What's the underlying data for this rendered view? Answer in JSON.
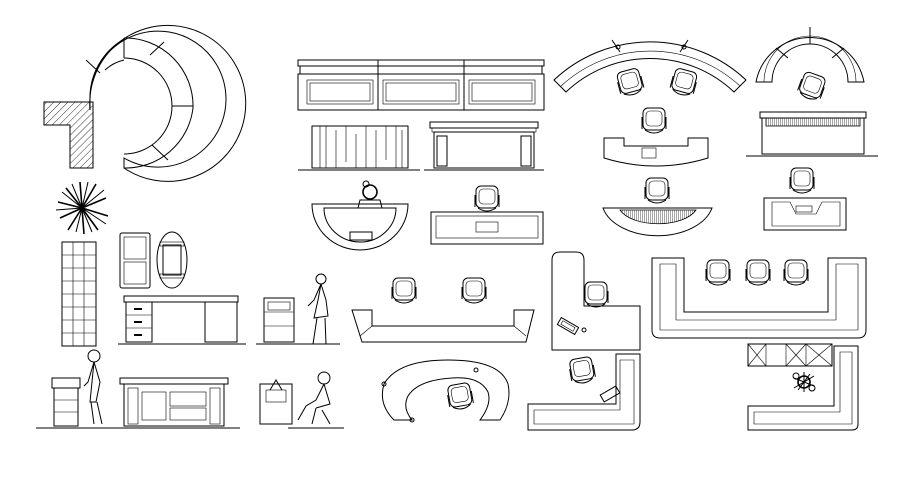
{
  "drawing": {
    "style": "cad-line-drawing",
    "colors": {
      "background": "#ffffff",
      "line": "#000000"
    },
    "blocks": [
      "curved-reception-counter-plan",
      "column-hatch",
      "potted-plant-plan",
      "shelving-elevation",
      "sofa-pair-plan",
      "oval-table-plan",
      "office-desk-elevation",
      "side-cabinet-elevation",
      "standing-woman-figure",
      "reception-counter-elevation-wide",
      "slatted-panel-elevation",
      "counter-front-elevation",
      "semicircle-desk-with-figure",
      "desk-with-chair-plan",
      "curved-counter-two-chairs-plan",
      "reception-desk-plan",
      "semicircle-desk-hatched-plan",
      "arc-bench-chair-plan",
      "counter-side-elevation",
      "small-desk-chair-plan",
      "long-counter-two-chairs",
      "l-desk-with-computer-plan",
      "u-counter-three-chairs-plan",
      "podium-with-standing-man",
      "reception-elevation-drawers",
      "seated-woman-with-desk",
      "curved-desk-with-chair-plan",
      "l-counter-chair-plan",
      "l-counter-with-plant-and-grid"
    ]
  }
}
